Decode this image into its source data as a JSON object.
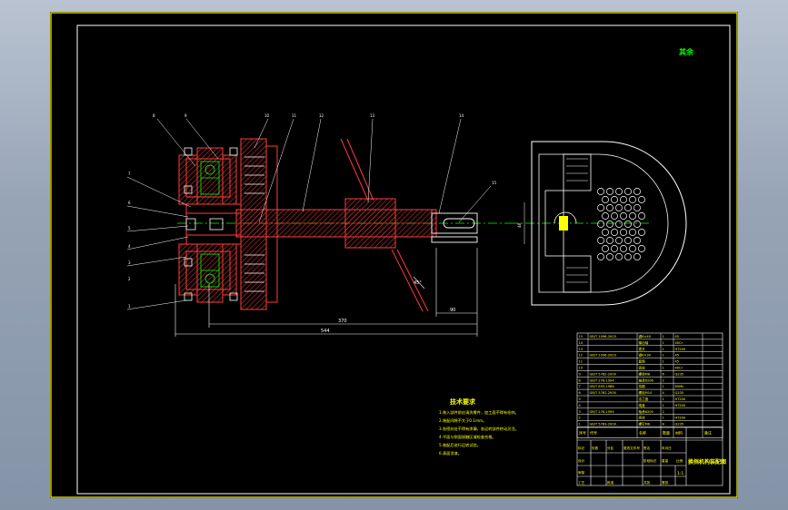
{
  "drawing": {
    "corner_note": "其余",
    "balloons": [
      "8",
      "9",
      "10",
      "11",
      "12",
      "13",
      "14",
      "7",
      "6",
      "5",
      "4",
      "3",
      "2",
      "1",
      "15"
    ],
    "dimensions": {
      "inner_length": "370",
      "overall_length": "544",
      "offset": "90",
      "angle": "45°",
      "side_height": "48"
    },
    "technical_requirements": {
      "title": "技术要求",
      "lines": [
        "1.装入部件前应清洗零件，加工面不得有毛刺。",
        "2.装配间隙不大于0.1mm。",
        "3.各密封处不得有渗漏，各运转部件转动灵活。",
        "4.平面与侧面接触区域检查合格。",
        "5.装配后进行运转试验。",
        "6.表面涂漆。"
      ]
    },
    "parts_table": {
      "rows": [
        [
          "15",
          "GB/T 1096-2003",
          "键8×40",
          "1",
          "45",
          ""
        ],
        [
          "14",
          "",
          "输出轴",
          "1",
          "40Cr",
          ""
        ],
        [
          "13",
          "",
          "拨叉",
          "1",
          "HT200",
          ""
        ],
        [
          "12",
          "GB/T 1096-2003",
          "键6×30",
          "1",
          "45",
          ""
        ],
        [
          "11",
          "",
          "套筒",
          "1",
          "45",
          ""
        ],
        [
          "10",
          "",
          "齿轮",
          "1",
          "40Cr",
          ""
        ],
        [
          "9",
          "GB/T 5782-2000",
          "螺栓M8",
          "6",
          "Q235",
          ""
        ],
        [
          "8",
          "GB/T 276-1994",
          "轴承6206",
          "2",
          "",
          ""
        ],
        [
          "7",
          "GB/T 893-1986",
          "挡圈",
          "1",
          "65Mn",
          ""
        ],
        [
          "6",
          "GB/T 5782-2000",
          "螺栓M10",
          "4",
          "Q235",
          ""
        ],
        [
          "5",
          "",
          "法兰盘",
          "1",
          "HT200",
          ""
        ],
        [
          "4",
          "",
          "端盖",
          "1",
          "HT200",
          ""
        ],
        [
          "3",
          "GB/T 276-1994",
          "轴承6205",
          "2",
          "",
          ""
        ],
        [
          "2",
          "",
          "壳体",
          "1",
          "HT200",
          ""
        ],
        [
          "1",
          "GB/T 5783-2000",
          "螺钉M6",
          "8",
          "Q235",
          ""
        ]
      ],
      "header": [
        "序号",
        "代号",
        "名称",
        "数量",
        "材料",
        "备注"
      ],
      "title_block": {
        "drawing_title": "换挡机构装配图",
        "scale": "1:1",
        "labels": [
          "标记",
          "处数",
          "分区",
          "更改文件号",
          "签名",
          "年月日",
          "设计",
          "审核",
          "工艺",
          "批准",
          "阶段标记",
          "重量",
          "比例",
          "共张",
          "第张"
        ]
      }
    }
  },
  "colors": {
    "background": "#000000",
    "frame": "#ffffff",
    "border_yellow": "#ffff00",
    "part_red": "#ff3b3b",
    "centerline": "#00ff00",
    "dimension": "#ffffff",
    "hatch_red": "#d23232"
  }
}
